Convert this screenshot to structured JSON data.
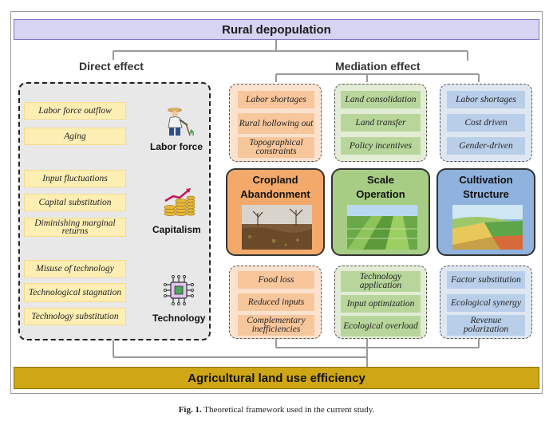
{
  "top_banner": "Rural depopulation",
  "bottom_banner": "Agricultural land use efficiency",
  "direct_effect_label": "Direct effect",
  "mediation_effect_label": "Mediation effect",
  "direct": {
    "labor": {
      "label": "Labor force",
      "items": [
        "Labor force outflow",
        "Aging"
      ]
    },
    "capital": {
      "label": "Capitalism",
      "items": [
        "Input fluctuations",
        "Capital substitution",
        "Diminishing marginal returns"
      ]
    },
    "tech": {
      "label": "Technology",
      "items": [
        "Misuse of technology",
        "Technological stagnation",
        "Technology substitution"
      ]
    }
  },
  "mediation": {
    "cropland": {
      "title_line1": "Cropland",
      "title_line2": "Abandonment",
      "top": [
        "Labor shortages",
        "Rural hollowing out",
        "Topographical constraints"
      ],
      "bottom": [
        "Food loss",
        "Reduced inputs",
        "Complementary inefficiencies"
      ]
    },
    "scale": {
      "title_line1": "Scale",
      "title_line2": "Operation",
      "top": [
        "Land consolidation",
        "Land transfer",
        "Policy incentives"
      ],
      "bottom": [
        "Technology application",
        "Input optimization",
        "Ecological overload"
      ]
    },
    "cultivation": {
      "title_line1": "Cultivation",
      "title_line2": "Structure",
      "top": [
        "Labor shortages",
        "Cost driven",
        "Gender-driven"
      ],
      "bottom": [
        "Factor substitution",
        "Ecological synergy",
        "Revenue polarization"
      ]
    }
  },
  "caption": {
    "prefix": "Fig. 1.",
    "text": "Theoretical framework used in the current study."
  },
  "colors": {
    "orange": "#f3a96a",
    "green": "#a7cd85",
    "blue": "#8fb2de",
    "top_banner": "#d6d3f3",
    "bottom_banner": "#cfa615"
  },
  "icons": {
    "labor": "farmer-icon",
    "capital": "money-stack-icon",
    "tech": "microchip-icon"
  }
}
